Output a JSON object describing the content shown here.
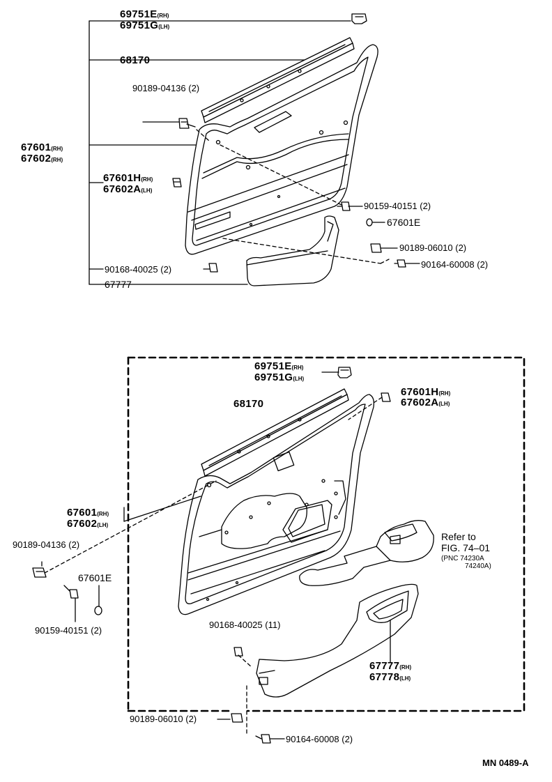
{
  "diagram_code": "MN 0489-A",
  "upper": {
    "weatherstrip_rh": "69751E",
    "weatherstrip_rh_sfx": "(RH)",
    "weatherstrip_lh": "69751G",
    "weatherstrip_lh_sfx": "(LH)",
    "belt_moulding": "68170",
    "screw_04136": "90189-04136 (2)",
    "board_rh": "67601",
    "board_rh_sfx": "(RH)",
    "board_lh": "67602",
    "board_lh_sfx": "(RH)",
    "clip_rh": "67601H",
    "clip_rh_sfx": "(RH)",
    "clip_lh": "67602A",
    "clip_lh_sfx": "(LH)",
    "screw_40151": "90159-40151 (2)",
    "cover": "67601E",
    "screw_06010": "90189-06010 (2)",
    "screw_60008": "90164-60008 (2)",
    "clip_40025": "90168-40025 (2)",
    "pocket": "67777"
  },
  "lower": {
    "weatherstrip_rh": "69751E",
    "weatherstrip_rh_sfx": "(RH)",
    "weatherstrip_lh": "69751G",
    "weatherstrip_lh_sfx": "(LH)",
    "clip_rh": "67601H",
    "clip_rh_sfx": "(RH)",
    "clip_lh": "67602A",
    "clip_lh_sfx": "(LH)",
    "belt_moulding": "68170",
    "board_rh": "67601",
    "board_rh_sfx": "(RH)",
    "board_lh": "67602",
    "board_lh_sfx": "(LH)",
    "screw_04136": "90189-04136 (2)",
    "cover": "67601E",
    "screw_40151": "90159-40151 (2)",
    "refer_line1": "Refer to",
    "refer_line2": "FIG. 74–01",
    "pnc_line1": "(PNC 74230A",
    "pnc_line2": "74240A)",
    "clip_40025": "90168-40025 (11)",
    "pocket_rh": "67777",
    "pocket_rh_sfx": "(RH)",
    "pocket_lh": "67778",
    "pocket_lh_sfx": "(LH)",
    "screw_06010": "90189-06010 (2)",
    "screw_60008": "90164-60008 (2)"
  }
}
